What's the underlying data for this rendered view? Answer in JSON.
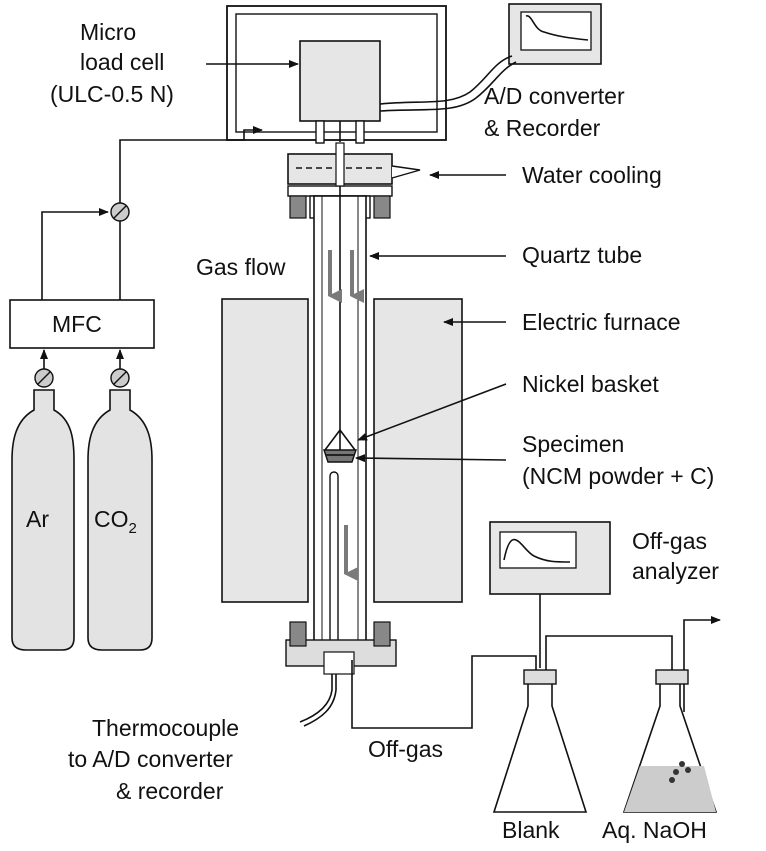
{
  "labels": {
    "micro": "Micro",
    "load_cell": "load cell",
    "load_cell_model": "(ULC-0.5 N)",
    "ad_converter": "A/D converter",
    "recorder": "& Recorder",
    "water_cooling": "Water cooling",
    "quartz_tube": "Quartz tube",
    "gas_flow": "Gas flow",
    "mfc": "MFC",
    "electric_furnace": "Electric furnace",
    "nickel_basket": "Nickel basket",
    "specimen": "Specimen",
    "specimen_detail": "(NCM powder + C)",
    "ar": "Ar",
    "co2_main": "CO",
    "co2_sub": "2",
    "offgas_analyzer_1": "Off-gas",
    "offgas_analyzer_2": "analyzer",
    "thermocouple_1": "Thermocouple",
    "thermocouple_2": "to A/D converter",
    "thermocouple_3": "& recorder",
    "offgas": "Off-gas",
    "blank": "Blank",
    "naoh": "Aq. NaOH"
  },
  "colors": {
    "equipment_fill": "#e6e6e6",
    "flow_arrow": "#7a7a7a",
    "line": "#111111"
  }
}
